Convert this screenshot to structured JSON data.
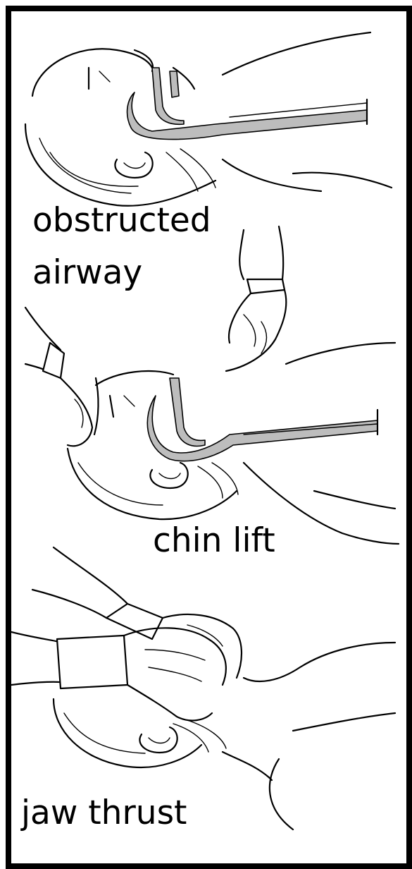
{
  "panels": [
    {
      "label_lines": [
        "obstructed",
        "airway"
      ]
    },
    {
      "label_lines": [
        "chin lift"
      ]
    },
    {
      "label_lines": [
        "jaw thrust"
      ]
    }
  ],
  "colors": {
    "frame": "#000000",
    "airway_fill": "#bdbdbd",
    "background": "#ffffff"
  }
}
